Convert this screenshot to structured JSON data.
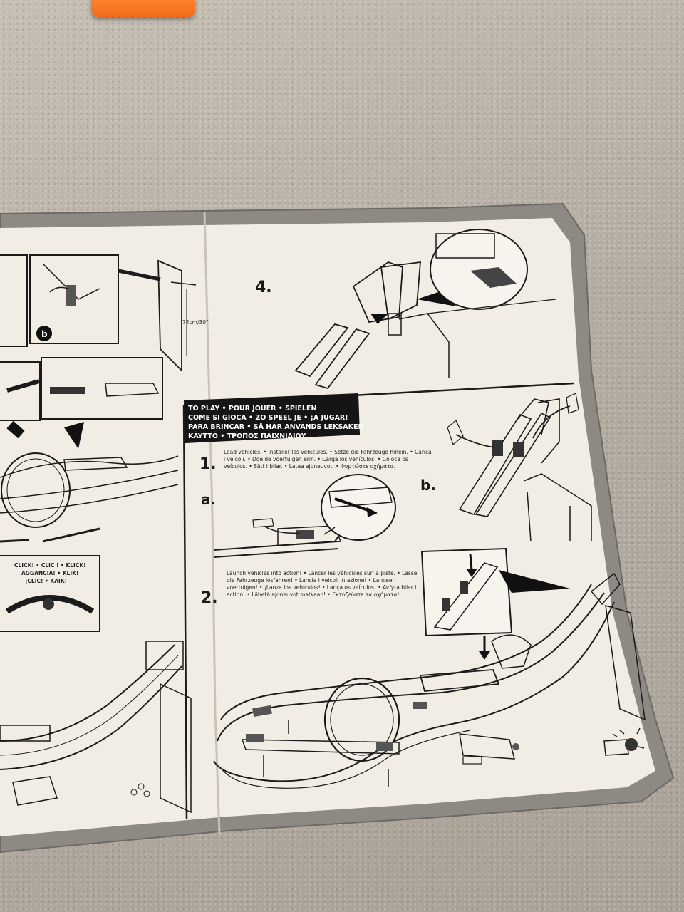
{
  "scene": {
    "colors": {
      "carpet": "#b9b1a6",
      "paper": "#f1ede4",
      "border": "#8a8780",
      "ink": "#1b1b1b",
      "toy": "#f2681a"
    }
  },
  "left_panel": {
    "step_b_label": "b",
    "measure_label": "74cm/30\"",
    "click_text": [
      "CLICK! • CLIC ! • KLICK!",
      "AGGANCIA! • KLIK!",
      "¡CLIC! • ΚΛΙΚ!"
    ]
  },
  "step4": {
    "number": "4."
  },
  "to_play": {
    "banner_lines": [
      "TO PLAY • POUR JOUER • SPIELEN",
      "COME SI GIOCA • ZO SPEEL JE • ¡A JUGAR!",
      "PARA BRINCAR • SÅ HÄR ANVÄNDS LEKSAKEN",
      "KÄYTTÖ • ΤΡΟΠΟΣ ΠΑΙΧΝΙΔΙΟΥ"
    ],
    "step1_number": "1.",
    "step1_text": [
      "Load vehicles. • Installer les véhicules. • Setze die Fahrzeuge hinein. • Carica",
      "i veicoli. • Doe de voertuigen erin. • Carga los vehículos. • Coloca os",
      "veículos. • Sätt i bilar. • Lataa ajoneuvot. • Φορτώστε οχήματα."
    ],
    "sub_a": "a.",
    "sub_b": "b.",
    "step2_number": "2.",
    "step2_text": [
      "Launch vehicles into action! • Lancer les véhicules sur la piste. • Lasse",
      "die Fahrzeuge losfahren! • Lancia i veicoli in azione! • Lanceer",
      "voertuigen! • ¡Lanza los vehículos! • Lança os veículos! • Avfyra bilar i",
      "action! • Lähetä ajoneuvot matkaan! • Εκτοξεύστε τα οχήματα!"
    ]
  }
}
